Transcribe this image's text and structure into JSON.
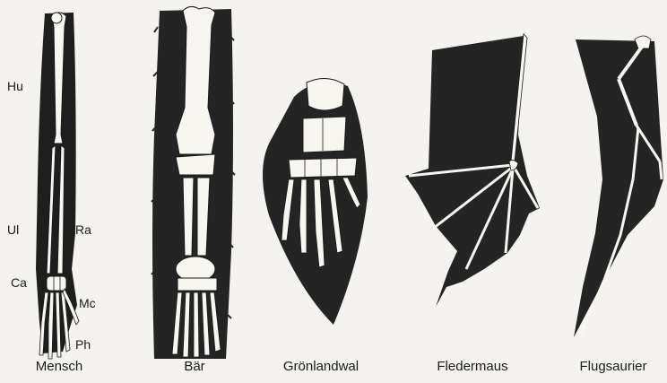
{
  "captions": {
    "mensch": "Mensch",
    "baer": "Bär",
    "groenlandwal": "Grönlandwal",
    "fledermaus": "Fledermaus",
    "flugsaurier": "Flugsaurier"
  },
  "bone_labels": {
    "humerus": "Hu",
    "ulna": "Ul",
    "radius": "Ra",
    "carpus": "Ca",
    "metacarpus": "Mc",
    "phalanges": "Ph"
  },
  "colors": {
    "ink": "#1a1a1a",
    "bone": "#f7f6f1",
    "paper": "#f4f3ef"
  }
}
